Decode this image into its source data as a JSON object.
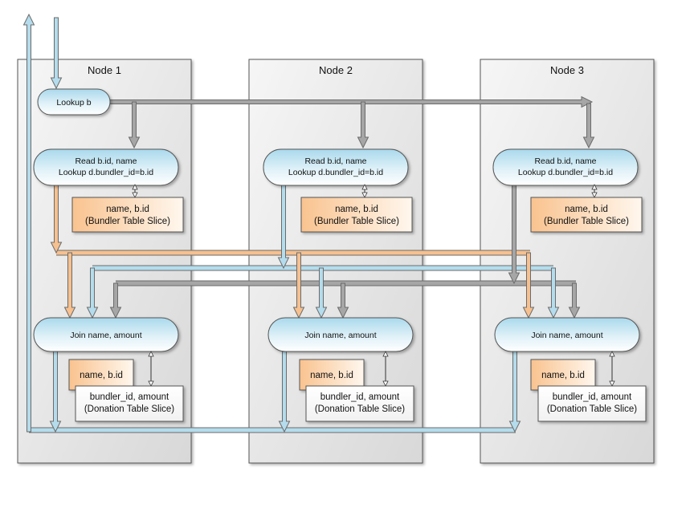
{
  "nodes": [
    {
      "title": "Node 1",
      "lookup": "Lookup b",
      "read": {
        "line1": "Read b.id, name",
        "line2": "Lookup d.bundler_id=b.id"
      },
      "bundler_slice": {
        "line1": "name, b.id",
        "line2": "(Bundler Table Slice)"
      },
      "join": "Join name, amount",
      "name_bid": "name, b.id",
      "donation_slice": {
        "line1": "bundler_id, amount",
        "line2": "(Donation Table Slice)"
      }
    },
    {
      "title": "Node 2",
      "read": {
        "line1": "Read b.id, name",
        "line2": "Lookup d.bundler_id=b.id"
      },
      "bundler_slice": {
        "line1": "name, b.id",
        "line2": "(Bundler Table Slice)"
      },
      "join": "Join name, amount",
      "name_bid": "name, b.id",
      "donation_slice": {
        "line1": "bundler_id, amount",
        "line2": "(Donation Table Slice)"
      }
    },
    {
      "title": "Node 3",
      "read": {
        "line1": "Read b.id, name",
        "line2": "Lookup d.bundler_id=b.id"
      },
      "bundler_slice": {
        "line1": "name, b.id",
        "line2": "(Bundler Table Slice)"
      },
      "join": "Join name, amount",
      "name_bid": "name, b.id",
      "donation_slice": {
        "line1": "bundler_id, amount",
        "line2": "(Donation Table Slice)"
      }
    }
  ],
  "colors": {
    "node_fill": "#e6e6e6",
    "pill_fill": "#bfe3f1",
    "table_fill": "#fbd4a8",
    "arrow_gray": "#a6a6a6",
    "arrow_orange": "#f6c08f",
    "arrow_blue": "#b4dcec"
  }
}
